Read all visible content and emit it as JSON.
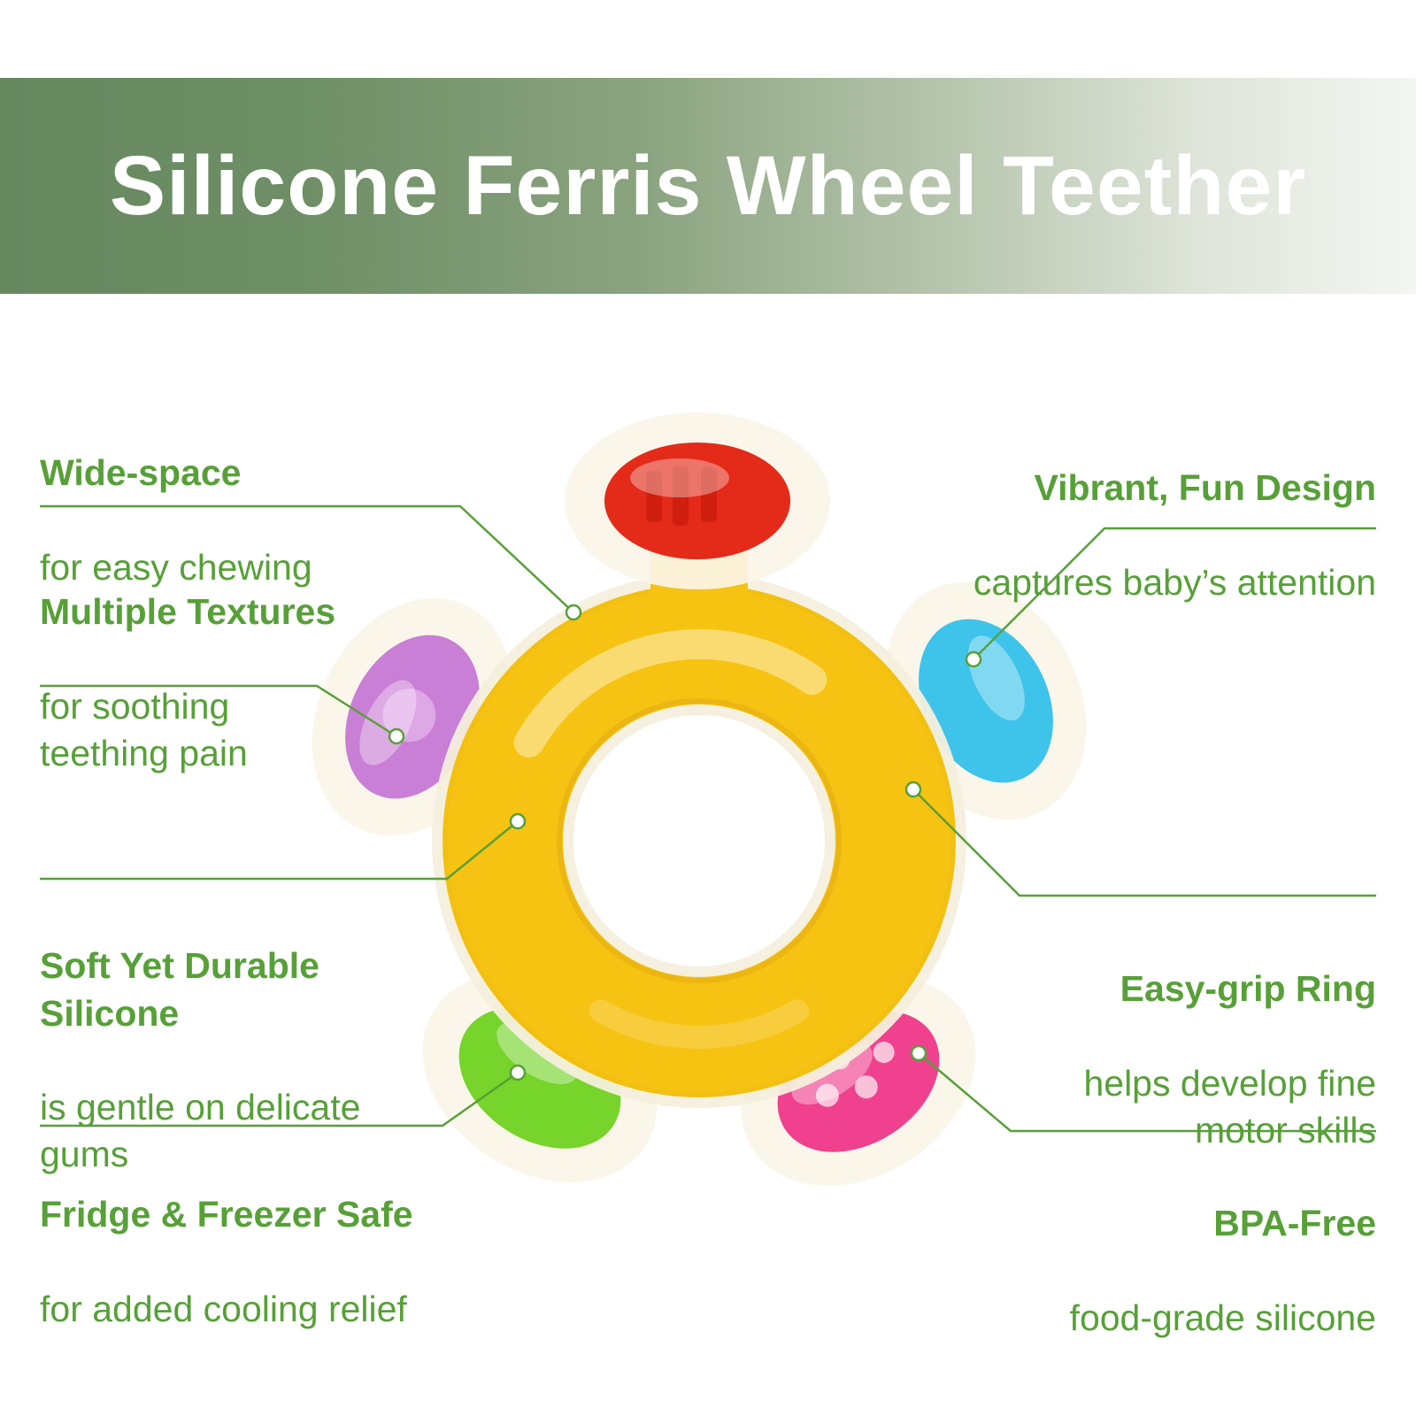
{
  "title": "Silicone Ferris Wheel Teether",
  "colors": {
    "accent_green": "#57a038",
    "banner_green_left": "#66885f",
    "banner_green_right": "#f4f6f2",
    "title_text": "#ffffff"
  },
  "product": {
    "name": "silicone ferris wheel teether",
    "ring_color": "#f6c313",
    "rim_color": "#f4efdd",
    "lobes": [
      {
        "id": "red",
        "color": "#e42a18"
      },
      {
        "id": "blue",
        "color": "#3ec3ea"
      },
      {
        "id": "purple",
        "color": "#c97fd6"
      },
      {
        "id": "green",
        "color": "#76d42a"
      },
      {
        "id": "pink",
        "color": "#f0418e"
      }
    ]
  },
  "callouts": {
    "wide_space": {
      "heading": "Wide-space",
      "body": "for easy chewing"
    },
    "multiple_textures": {
      "heading": "Multiple Textures",
      "body": "for soothing\nteething pain"
    },
    "soft_silicone": {
      "heading": "Soft Yet Durable\nSilicone",
      "body": "is gentle on delicate\ngums"
    },
    "fridge_safe": {
      "heading": "Fridge & Freezer Safe",
      "body": "for added cooling relief"
    },
    "vibrant_design": {
      "heading": "Vibrant, Fun Design",
      "body": "captures baby’s attention"
    },
    "easy_grip": {
      "heading": "Easy-grip Ring",
      "body": "helps develop fine\nmotor skills"
    },
    "bpa_free": {
      "heading": "BPA-Free",
      "body": "food-grade silicone"
    }
  }
}
